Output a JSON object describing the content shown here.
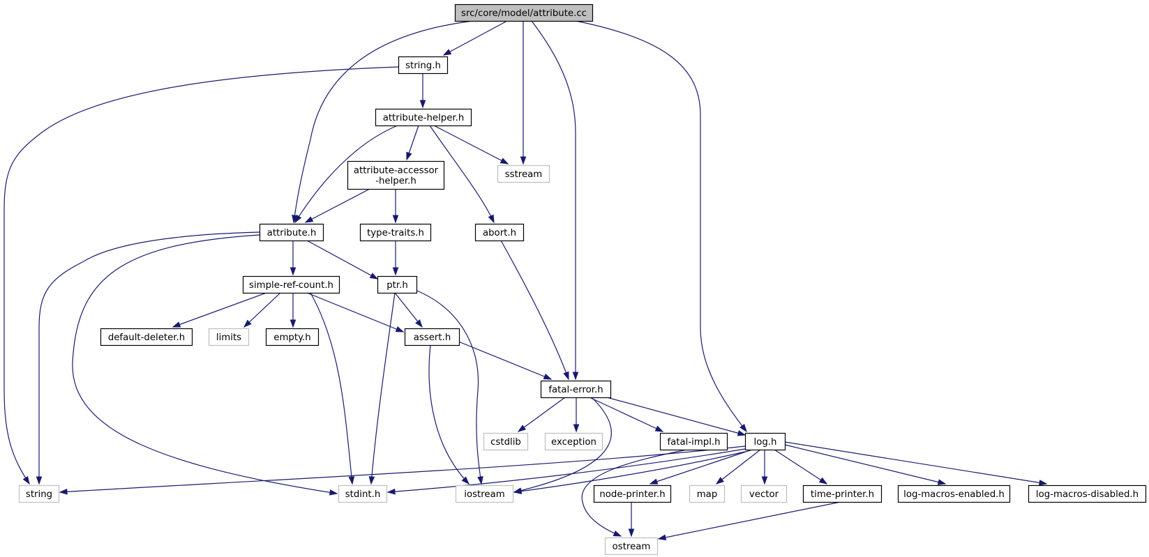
{
  "diagram": {
    "type": "include-dependency-graph",
    "colors": {
      "edge": "#191970",
      "root_fill": "#bfbfbf",
      "local_border": "#000000",
      "system_border": "#bfbfbf"
    },
    "nodes": [
      {
        "id": "attribute_cc",
        "label": "src/core/model/attribute.cc",
        "kind": "root"
      },
      {
        "id": "string_h",
        "label": "string.h",
        "kind": "local"
      },
      {
        "id": "attribute_helper_h",
        "label": "attribute-helper.h",
        "kind": "local"
      },
      {
        "id": "attribute_accessor_helper_h",
        "label": "attribute-accessor\n-helper.h",
        "kind": "local"
      },
      {
        "id": "sstream",
        "label": "sstream",
        "kind": "system"
      },
      {
        "id": "attribute_h",
        "label": "attribute.h",
        "kind": "local"
      },
      {
        "id": "type_traits_h",
        "label": "type-traits.h",
        "kind": "local"
      },
      {
        "id": "abort_h",
        "label": "abort.h",
        "kind": "local"
      },
      {
        "id": "simple_ref_count_h",
        "label": "simple-ref-count.h",
        "kind": "local"
      },
      {
        "id": "ptr_h",
        "label": "ptr.h",
        "kind": "local"
      },
      {
        "id": "default_deleter_h",
        "label": "default-deleter.h",
        "kind": "local"
      },
      {
        "id": "limits",
        "label": "limits",
        "kind": "system"
      },
      {
        "id": "empty_h",
        "label": "empty.h",
        "kind": "local"
      },
      {
        "id": "assert_h",
        "label": "assert.h",
        "kind": "local"
      },
      {
        "id": "fatal_error_h",
        "label": "fatal-error.h",
        "kind": "local"
      },
      {
        "id": "cstdlib",
        "label": "cstdlib",
        "kind": "system"
      },
      {
        "id": "exception",
        "label": "exception",
        "kind": "system"
      },
      {
        "id": "fatal_impl_h",
        "label": "fatal-impl.h",
        "kind": "local"
      },
      {
        "id": "log_h",
        "label": "log.h",
        "kind": "local"
      },
      {
        "id": "string",
        "label": "string",
        "kind": "system"
      },
      {
        "id": "stdint_h",
        "label": "stdint.h",
        "kind": "system"
      },
      {
        "id": "iostream",
        "label": "iostream",
        "kind": "system"
      },
      {
        "id": "node_printer_h",
        "label": "node-printer.h",
        "kind": "local"
      },
      {
        "id": "map",
        "label": "map",
        "kind": "system"
      },
      {
        "id": "vector",
        "label": "vector",
        "kind": "system"
      },
      {
        "id": "time_printer_h",
        "label": "time-printer.h",
        "kind": "local"
      },
      {
        "id": "log_macros_enabled_h",
        "label": "log-macros-enabled.h",
        "kind": "local"
      },
      {
        "id": "log_macros_disabled_h",
        "label": "log-macros-disabled.h",
        "kind": "local"
      },
      {
        "id": "ostream",
        "label": "ostream",
        "kind": "system"
      }
    ],
    "edges": [
      {
        "from": "attribute_cc",
        "to": "string_h"
      },
      {
        "from": "attribute_cc",
        "to": "sstream"
      },
      {
        "from": "attribute_cc",
        "to": "attribute_h"
      },
      {
        "from": "attribute_cc",
        "to": "fatal_error_h"
      },
      {
        "from": "attribute_cc",
        "to": "log_h"
      },
      {
        "from": "string_h",
        "to": "attribute_helper_h"
      },
      {
        "from": "string_h",
        "to": "string"
      },
      {
        "from": "attribute_helper_h",
        "to": "attribute_accessor_helper_h"
      },
      {
        "from": "attribute_helper_h",
        "to": "sstream"
      },
      {
        "from": "attribute_helper_h",
        "to": "attribute_h"
      },
      {
        "from": "attribute_helper_h",
        "to": "abort_h"
      },
      {
        "from": "attribute_accessor_helper_h",
        "to": "attribute_h"
      },
      {
        "from": "attribute_accessor_helper_h",
        "to": "type_traits_h"
      },
      {
        "from": "type_traits_h",
        "to": "ptr_h"
      },
      {
        "from": "abort_h",
        "to": "fatal_error_h"
      },
      {
        "from": "attribute_h",
        "to": "simple_ref_count_h"
      },
      {
        "from": "attribute_h",
        "to": "ptr_h"
      },
      {
        "from": "attribute_h",
        "to": "string"
      },
      {
        "from": "attribute_h",
        "to": "stdint_h"
      },
      {
        "from": "simple_ref_count_h",
        "to": "default_deleter_h"
      },
      {
        "from": "simple_ref_count_h",
        "to": "limits"
      },
      {
        "from": "simple_ref_count_h",
        "to": "empty_h"
      },
      {
        "from": "simple_ref_count_h",
        "to": "assert_h"
      },
      {
        "from": "simple_ref_count_h",
        "to": "stdint_h"
      },
      {
        "from": "ptr_h",
        "to": "assert_h"
      },
      {
        "from": "ptr_h",
        "to": "stdint_h"
      },
      {
        "from": "ptr_h",
        "to": "iostream"
      },
      {
        "from": "assert_h",
        "to": "fatal_error_h"
      },
      {
        "from": "assert_h",
        "to": "iostream"
      },
      {
        "from": "fatal_error_h",
        "to": "cstdlib"
      },
      {
        "from": "fatal_error_h",
        "to": "exception"
      },
      {
        "from": "fatal_error_h",
        "to": "fatal_impl_h"
      },
      {
        "from": "fatal_error_h",
        "to": "log_h"
      },
      {
        "from": "fatal_error_h",
        "to": "iostream"
      },
      {
        "from": "fatal_impl_h",
        "to": "ostream"
      },
      {
        "from": "log_h",
        "to": "string"
      },
      {
        "from": "log_h",
        "to": "stdint_h"
      },
      {
        "from": "log_h",
        "to": "iostream"
      },
      {
        "from": "log_h",
        "to": "node_printer_h"
      },
      {
        "from": "log_h",
        "to": "map"
      },
      {
        "from": "log_h",
        "to": "vector"
      },
      {
        "from": "log_h",
        "to": "time_printer_h"
      },
      {
        "from": "log_h",
        "to": "log_macros_enabled_h"
      },
      {
        "from": "log_h",
        "to": "log_macros_disabled_h"
      },
      {
        "from": "node_printer_h",
        "to": "ostream"
      },
      {
        "from": "time_printer_h",
        "to": "ostream"
      }
    ]
  }
}
